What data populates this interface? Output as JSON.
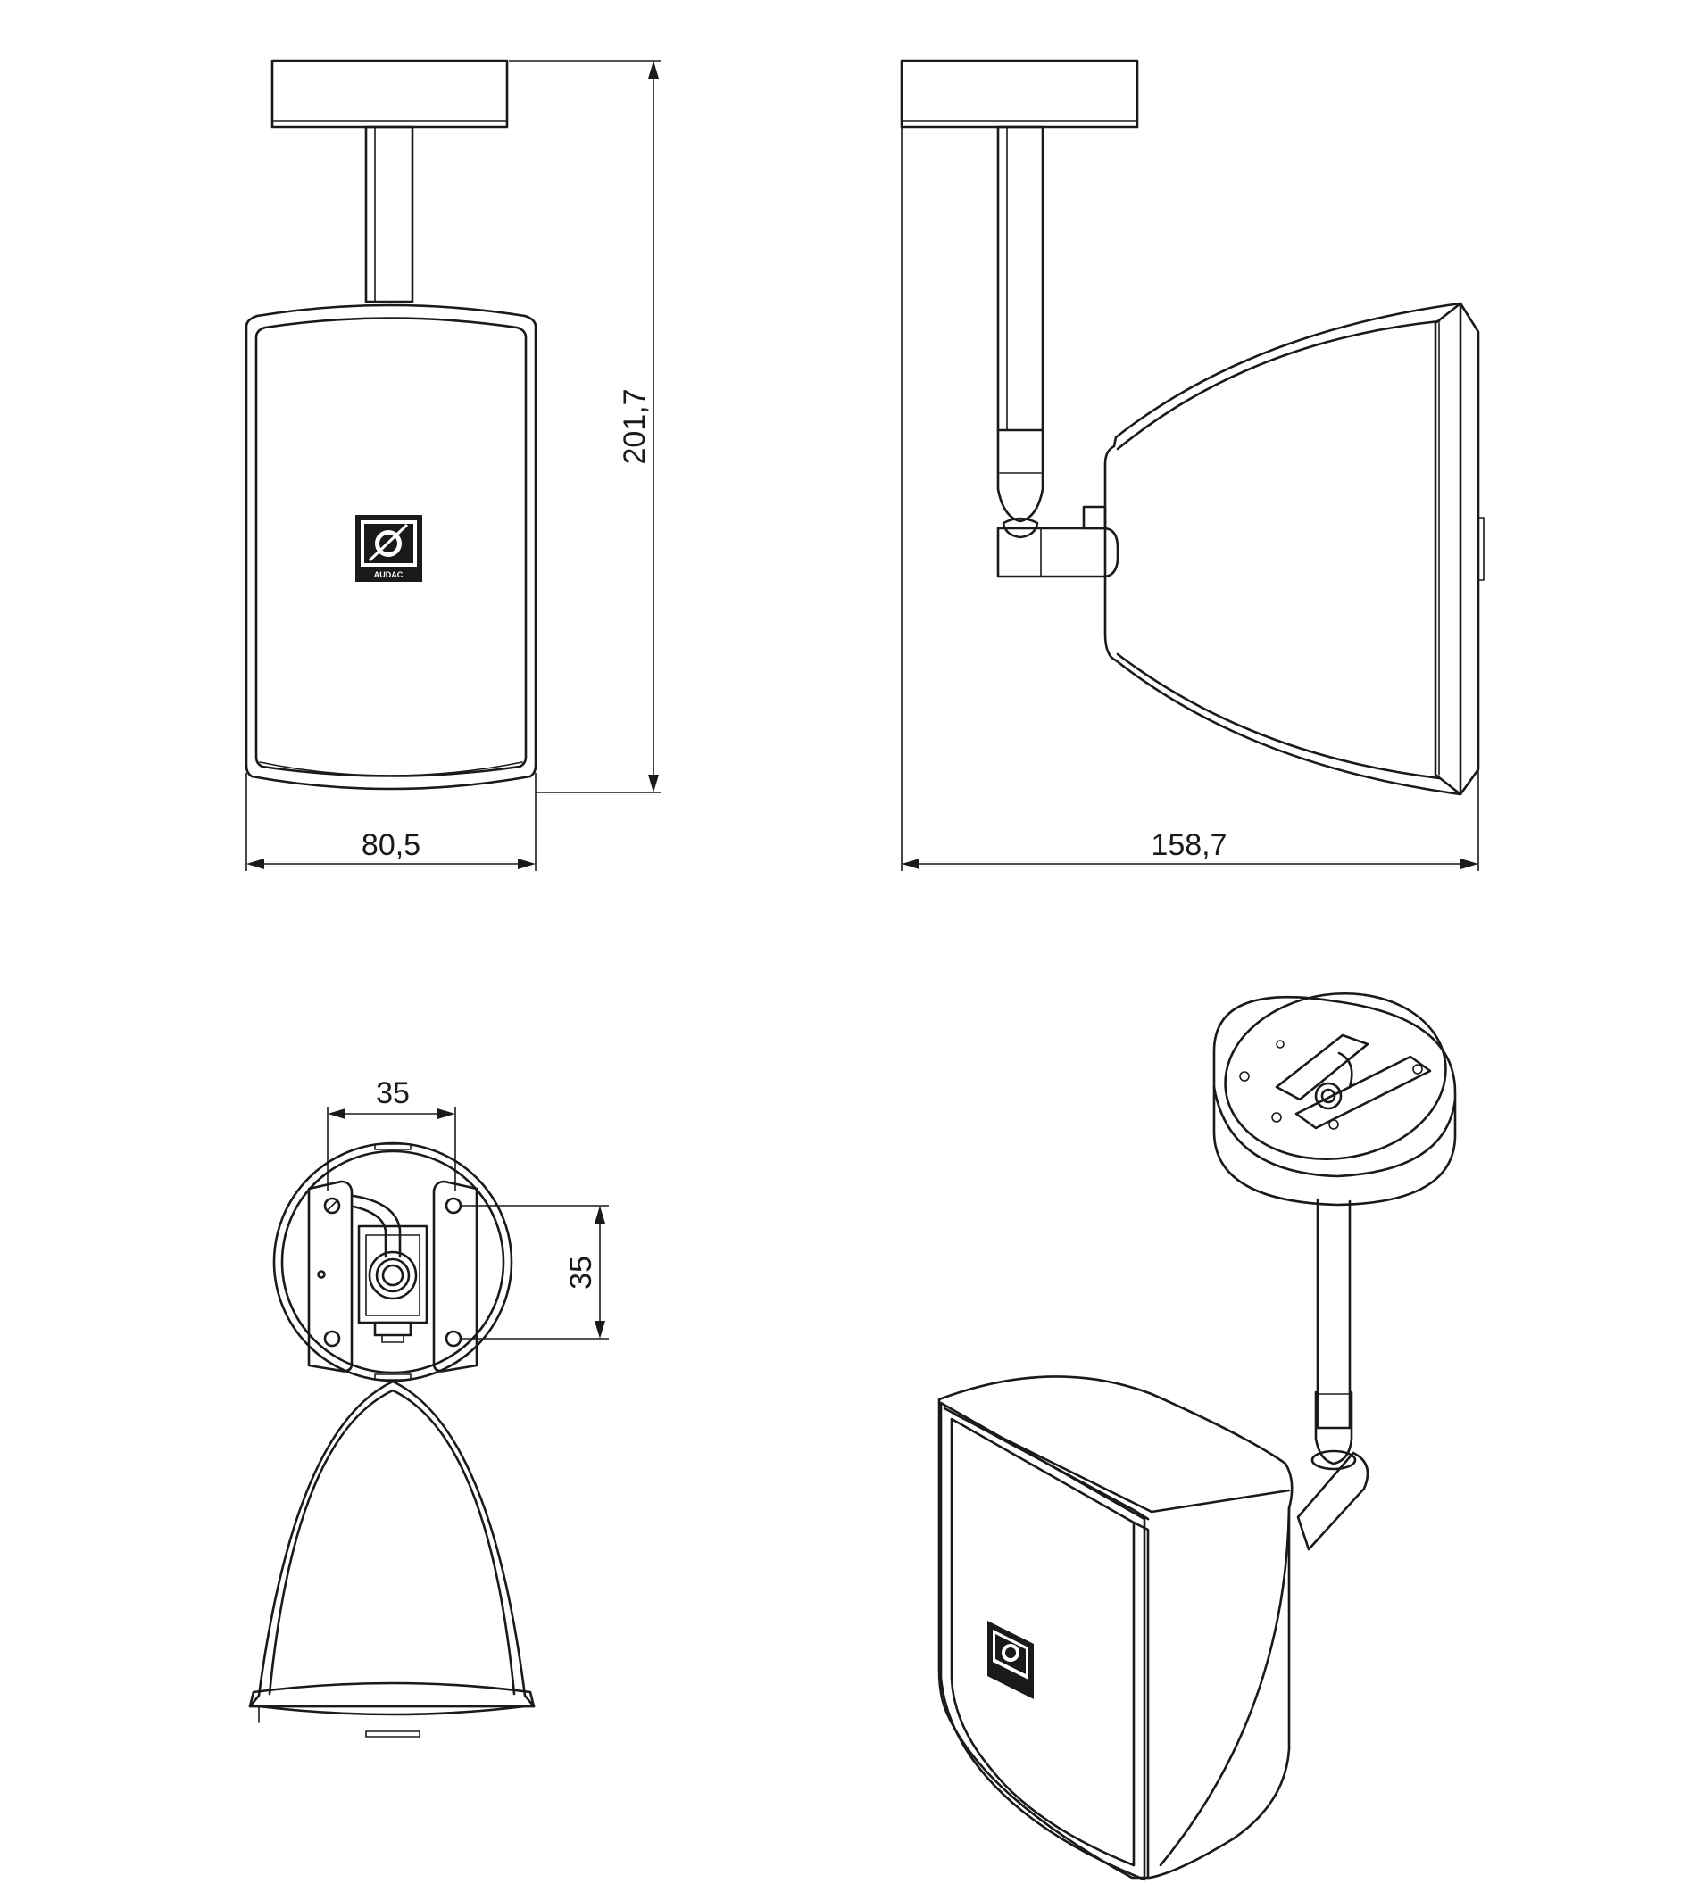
{
  "dimensions": {
    "front_width": "80,5",
    "front_height": "201,7",
    "side_depth": "158,7",
    "hole_spacing_horizontal": "35",
    "hole_spacing_vertical": "35"
  },
  "logo": {
    "brand": "AUDAC"
  },
  "colors": {
    "line": "#1a1a1a",
    "background": "#ffffff"
  }
}
